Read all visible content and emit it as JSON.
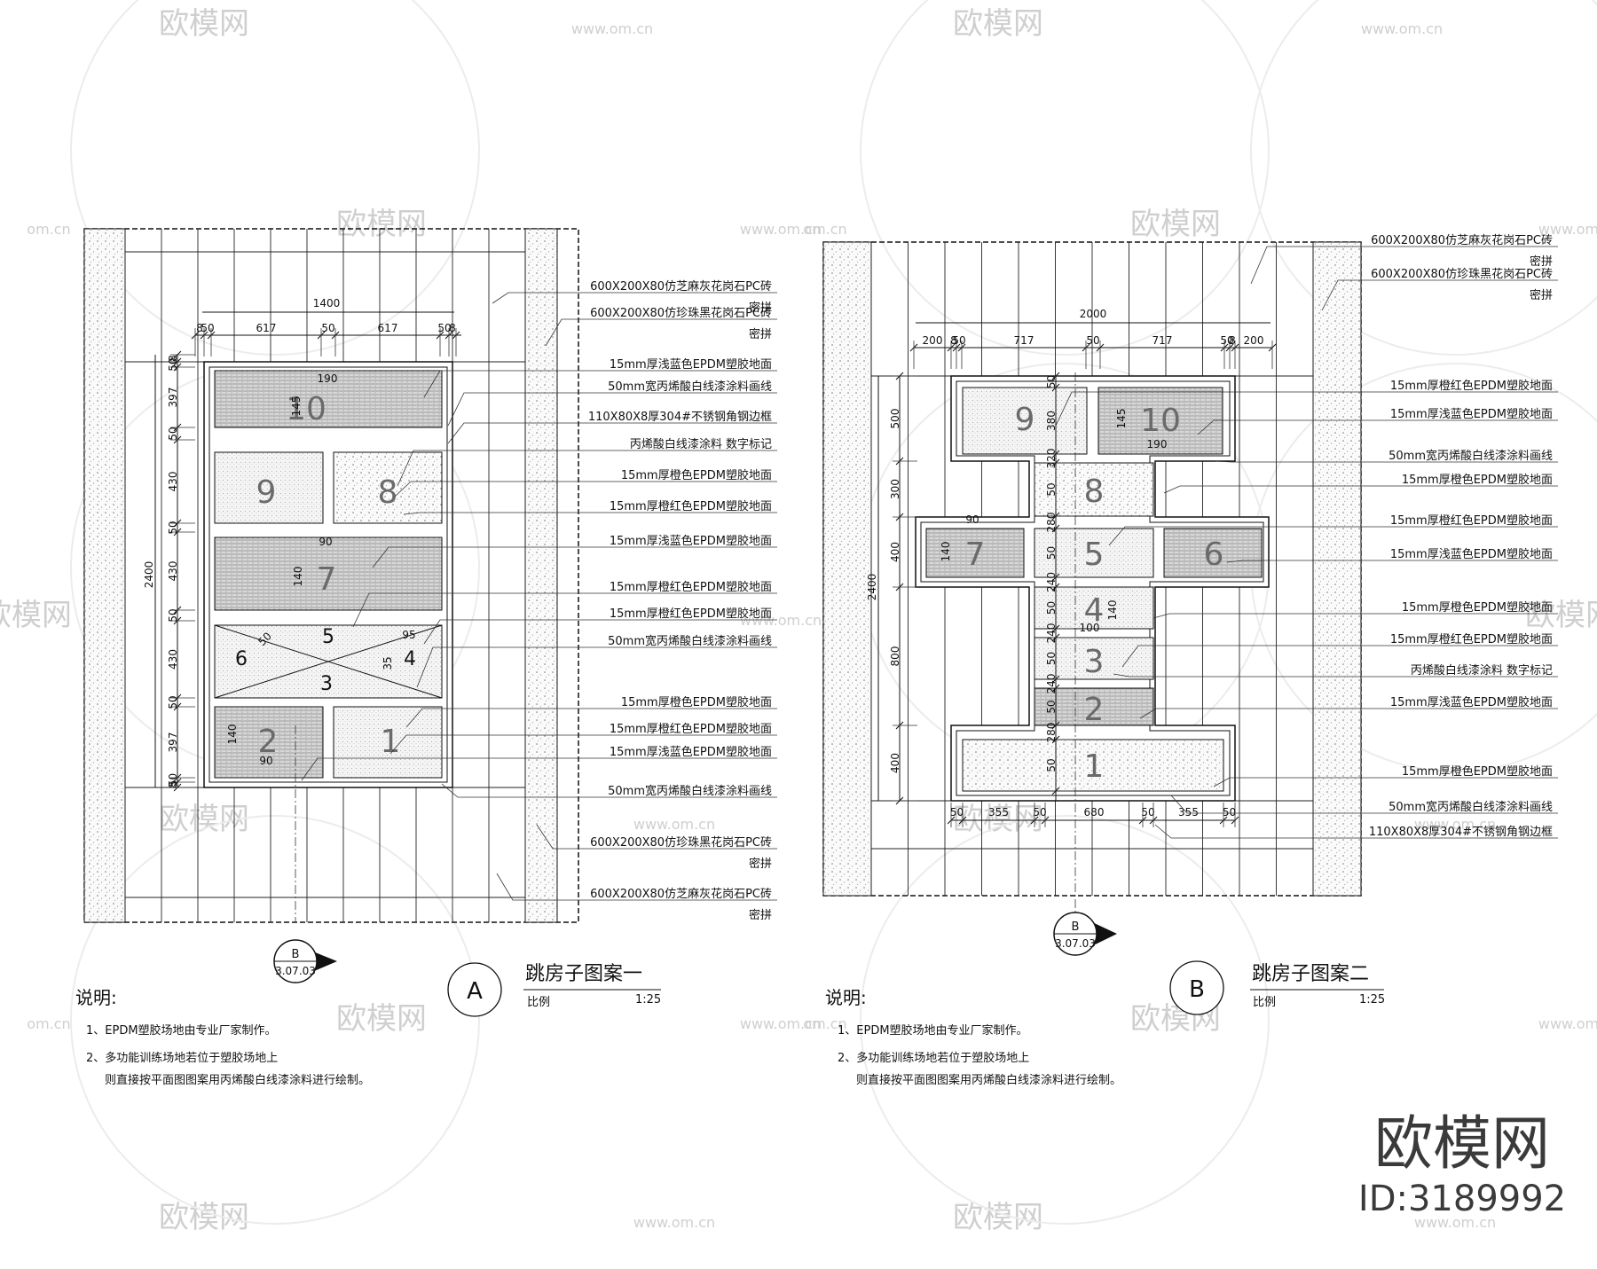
{
  "watermark": {
    "brand": "欧模网",
    "site": "www.om.cn",
    "site_short": "om.cn",
    "id_text": "ID:3189992"
  },
  "plan_a": {
    "title": "跳房子图案一",
    "marker": "A",
    "scale_label": "比例",
    "scale": "1:25",
    "section_mark_letter": "B",
    "section_mark_ref": "3.07.03",
    "dims_top": {
      "total": "1400",
      "parts": [
        "8",
        "50",
        "617",
        "50",
        "617",
        "50",
        "8"
      ]
    },
    "dims_left": {
      "total": "2400",
      "parts": [
        "8",
        "50",
        "397",
        "50",
        "430",
        "50",
        "430",
        "50",
        "430",
        "50",
        "397",
        "50",
        "8"
      ]
    },
    "numbers": [
      "10",
      "9",
      "8",
      "7",
      "6",
      "5",
      "4",
      "3",
      "2",
      "1"
    ],
    "inner_dims": [
      "190",
      "145",
      "90",
      "140",
      "50",
      "35",
      "95",
      "140",
      "90"
    ],
    "labels": [
      {
        "l1": "600X200X80仿芝麻灰花岗石PC砖",
        "l2": "密拼"
      },
      {
        "l1": "600X200X80仿珍珠黑花岗石PC砖",
        "l2": "密拼"
      },
      {
        "l1": "15mm厚浅蓝色EPDM塑胶地面"
      },
      {
        "l1": "50mm宽丙烯酸白线漆涂料画线"
      },
      {
        "l1": "110X80X8厚304#不锈钢角钢边框"
      },
      {
        "l1": "丙烯酸白线漆涂料 数字标记"
      },
      {
        "l1": "15mm厚橙色EPDM塑胶地面"
      },
      {
        "l1": "15mm厚橙红色EPDM塑胶地面"
      },
      {
        "l1": "15mm厚浅蓝色EPDM塑胶地面"
      },
      {
        "l1": "15mm厚橙红色EPDM塑胶地面"
      },
      {
        "l1": "15mm厚橙红色EPDM塑胶地面"
      },
      {
        "l1": "50mm宽丙烯酸白线漆涂料画线"
      },
      {
        "l1": "15mm厚橙色EPDM塑胶地面"
      },
      {
        "l1": "15mm厚橙红色EPDM塑胶地面"
      },
      {
        "l1": "15mm厚浅蓝色EPDM塑胶地面"
      },
      {
        "l1": "50mm宽丙烯酸白线漆涂料画线"
      },
      {
        "l1": "600X200X80仿珍珠黑花岗石PC砖",
        "l2": "密拼"
      },
      {
        "l1": "600X200X80仿芝麻灰花岗石PC砖",
        "l2": "密拼"
      }
    ]
  },
  "plan_b": {
    "title": "跳房子图案二",
    "marker": "B",
    "scale_label": "比例",
    "scale": "1:25",
    "section_mark_letter": "B",
    "section_mark_ref": "3.07.03",
    "dims_top": {
      "total": "2000",
      "parts": [
        "200",
        "8",
        "50",
        "717",
        "50",
        "717",
        "50",
        "8",
        "200"
      ]
    },
    "dims_left": {
      "total": "2400",
      "parts": [
        "500",
        "300",
        "400",
        "800",
        "400"
      ]
    },
    "dims_inner_left": [
      "50",
      "380",
      "320",
      "50",
      "280",
      "50",
      "240",
      "50",
      "240",
      "50",
      "240",
      "50",
      "280",
      "50"
    ],
    "dims_bottom": [
      "50",
      "355",
      "50",
      "680",
      "50",
      "355",
      "50"
    ],
    "numbers": [
      "9",
      "10",
      "8",
      "7",
      "5",
      "6",
      "4",
      "3",
      "2",
      "1"
    ],
    "inner_dims": [
      "145",
      "190",
      "90",
      "140",
      "100",
      "140"
    ],
    "labels": [
      {
        "l1": "600X200X80仿芝麻灰花岗石PC砖",
        "l2": "密拼"
      },
      {
        "l1": "600X200X80仿珍珠黑花岗石PC砖",
        "l2": "密拼"
      },
      {
        "l1": "15mm厚橙红色EPDM塑胶地面"
      },
      {
        "l1": "15mm厚浅蓝色EPDM塑胶地面"
      },
      {
        "l1": "50mm宽丙烯酸白线漆涂料画线"
      },
      {
        "l1": "15mm厚橙色EPDM塑胶地面"
      },
      {
        "l1": "15mm厚橙红色EPDM塑胶地面"
      },
      {
        "l1": "15mm厚浅蓝色EPDM塑胶地面"
      },
      {
        "l1": "15mm厚橙色EPDM塑胶地面"
      },
      {
        "l1": "15mm厚橙红色EPDM塑胶地面"
      },
      {
        "l1": "丙烯酸白线漆涂料 数字标记"
      },
      {
        "l1": "15mm厚浅蓝色EPDM塑胶地面"
      },
      {
        "l1": "15mm厚橙色EPDM塑胶地面"
      },
      {
        "l1": "50mm宽丙烯酸白线漆涂料画线"
      },
      {
        "l1": "110X80X8厚304#不锈钢角钢边框"
      }
    ]
  },
  "notes_a": {
    "heading": "说明:",
    "line1": "1、EPDM塑胶场地由专业厂家制作。",
    "line2": "2、多功能训练场地若位于塑胶场地上",
    "line3": "则直接按平面图图案用丙烯酸白线漆涂料进行绘制。"
  },
  "notes_b": {
    "heading": "说明:",
    "line1": "1、EPDM塑胶场地由专业厂家制作。",
    "line2": "2、多功能训练场地若位于塑胶场地上",
    "line3": "则直接按平面图图案用丙烯酸白线漆涂料进行绘制。"
  }
}
